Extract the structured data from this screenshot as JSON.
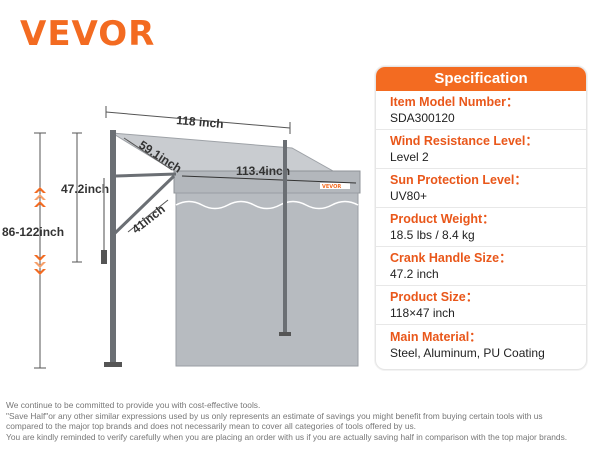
{
  "brand": {
    "logo": "VEVOR",
    "accent_color": "#f36b21"
  },
  "diagram": {
    "dimensions": {
      "width_top": "118 inch",
      "arm_length": "59.1inch",
      "canopy_length": "113.4inch",
      "brace_length": "41inch",
      "pole_section": "47.2inch",
      "total_height": "86-122inch"
    }
  },
  "specification": {
    "header": "Specification",
    "rows": [
      {
        "label": "Item Model Number：",
        "value": "SDA300120"
      },
      {
        "label": "Wind Resistance Level：",
        "value": "Level 2"
      },
      {
        "label": "Sun Protection Level：",
        "value": "UV80+"
      },
      {
        "label": "Product Weight：",
        "value": "18.5 lbs / 8.4 kg"
      },
      {
        "label": "Crank Handle Size：",
        "value": "47.2 inch"
      },
      {
        "label": "Product Size：",
        "value": "118×47 inch"
      },
      {
        "label": "Main Material：",
        "value": "Steel, Aluminum, PU Coating"
      }
    ]
  },
  "footer": {
    "lines": [
      "We continue to be committed to provide you with cost-effective tools.",
      "\"Save Half\"or any other similar expressions used by us only represents an estimate of savings you might benefit from buying certain tools with us",
      "compared to the major top brands and does not necessarily mean to cover all categories of tools offered by us.",
      "You are kindly reminded to verify carefully when you are placing an order with us if you are actually saving half in comparison with the top major brands."
    ]
  }
}
